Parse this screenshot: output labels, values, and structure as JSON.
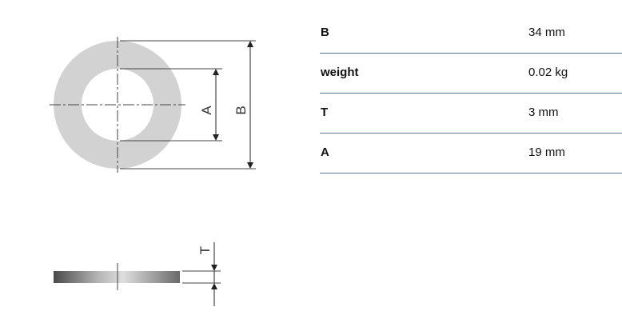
{
  "drawing": {
    "dimension_labels": {
      "inner": "A",
      "outer": "B",
      "thickness": "T"
    }
  },
  "specs": [
    {
      "label": "B",
      "value": "34 mm"
    },
    {
      "label": "weight",
      "value": "0.02 kg"
    },
    {
      "label": "T",
      "value": "3 mm"
    },
    {
      "label": "A",
      "value": "19 mm"
    }
  ]
}
